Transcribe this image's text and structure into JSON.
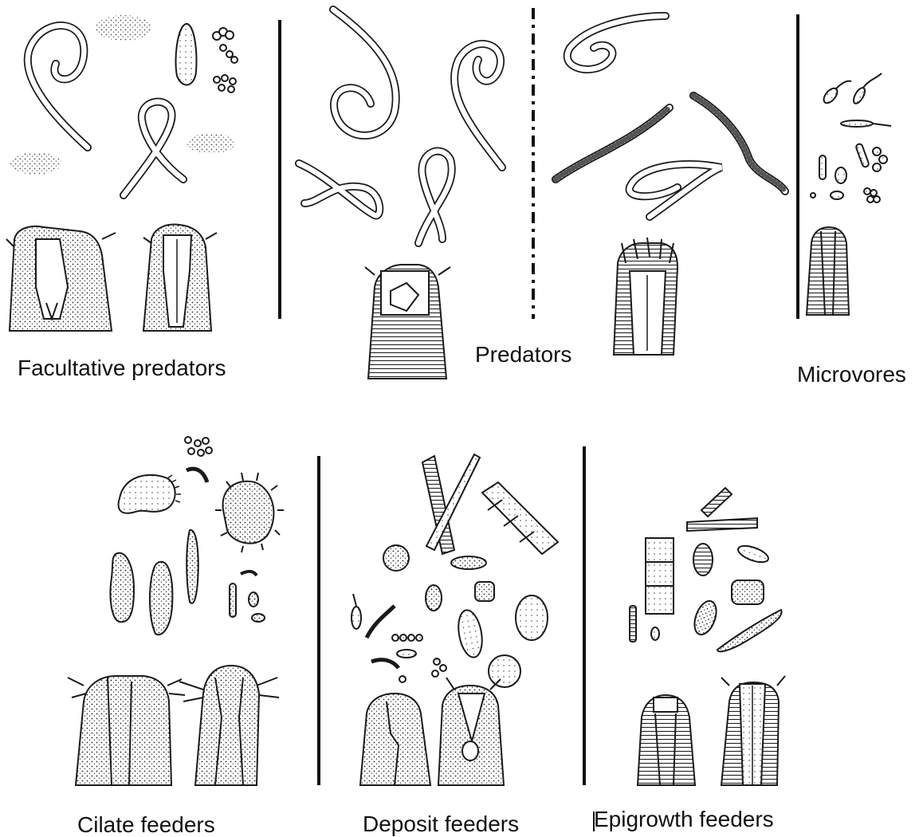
{
  "figure": {
    "labels": {
      "facultative_predators": "Facultative predators",
      "predators": "Predators",
      "microvores": "Microvores",
      "cilate_feeders": "Cilate feeders",
      "deposit_feeders": "Deposit feeders",
      "epigrowth_feeders": "Epigrowth feeders"
    }
  }
}
